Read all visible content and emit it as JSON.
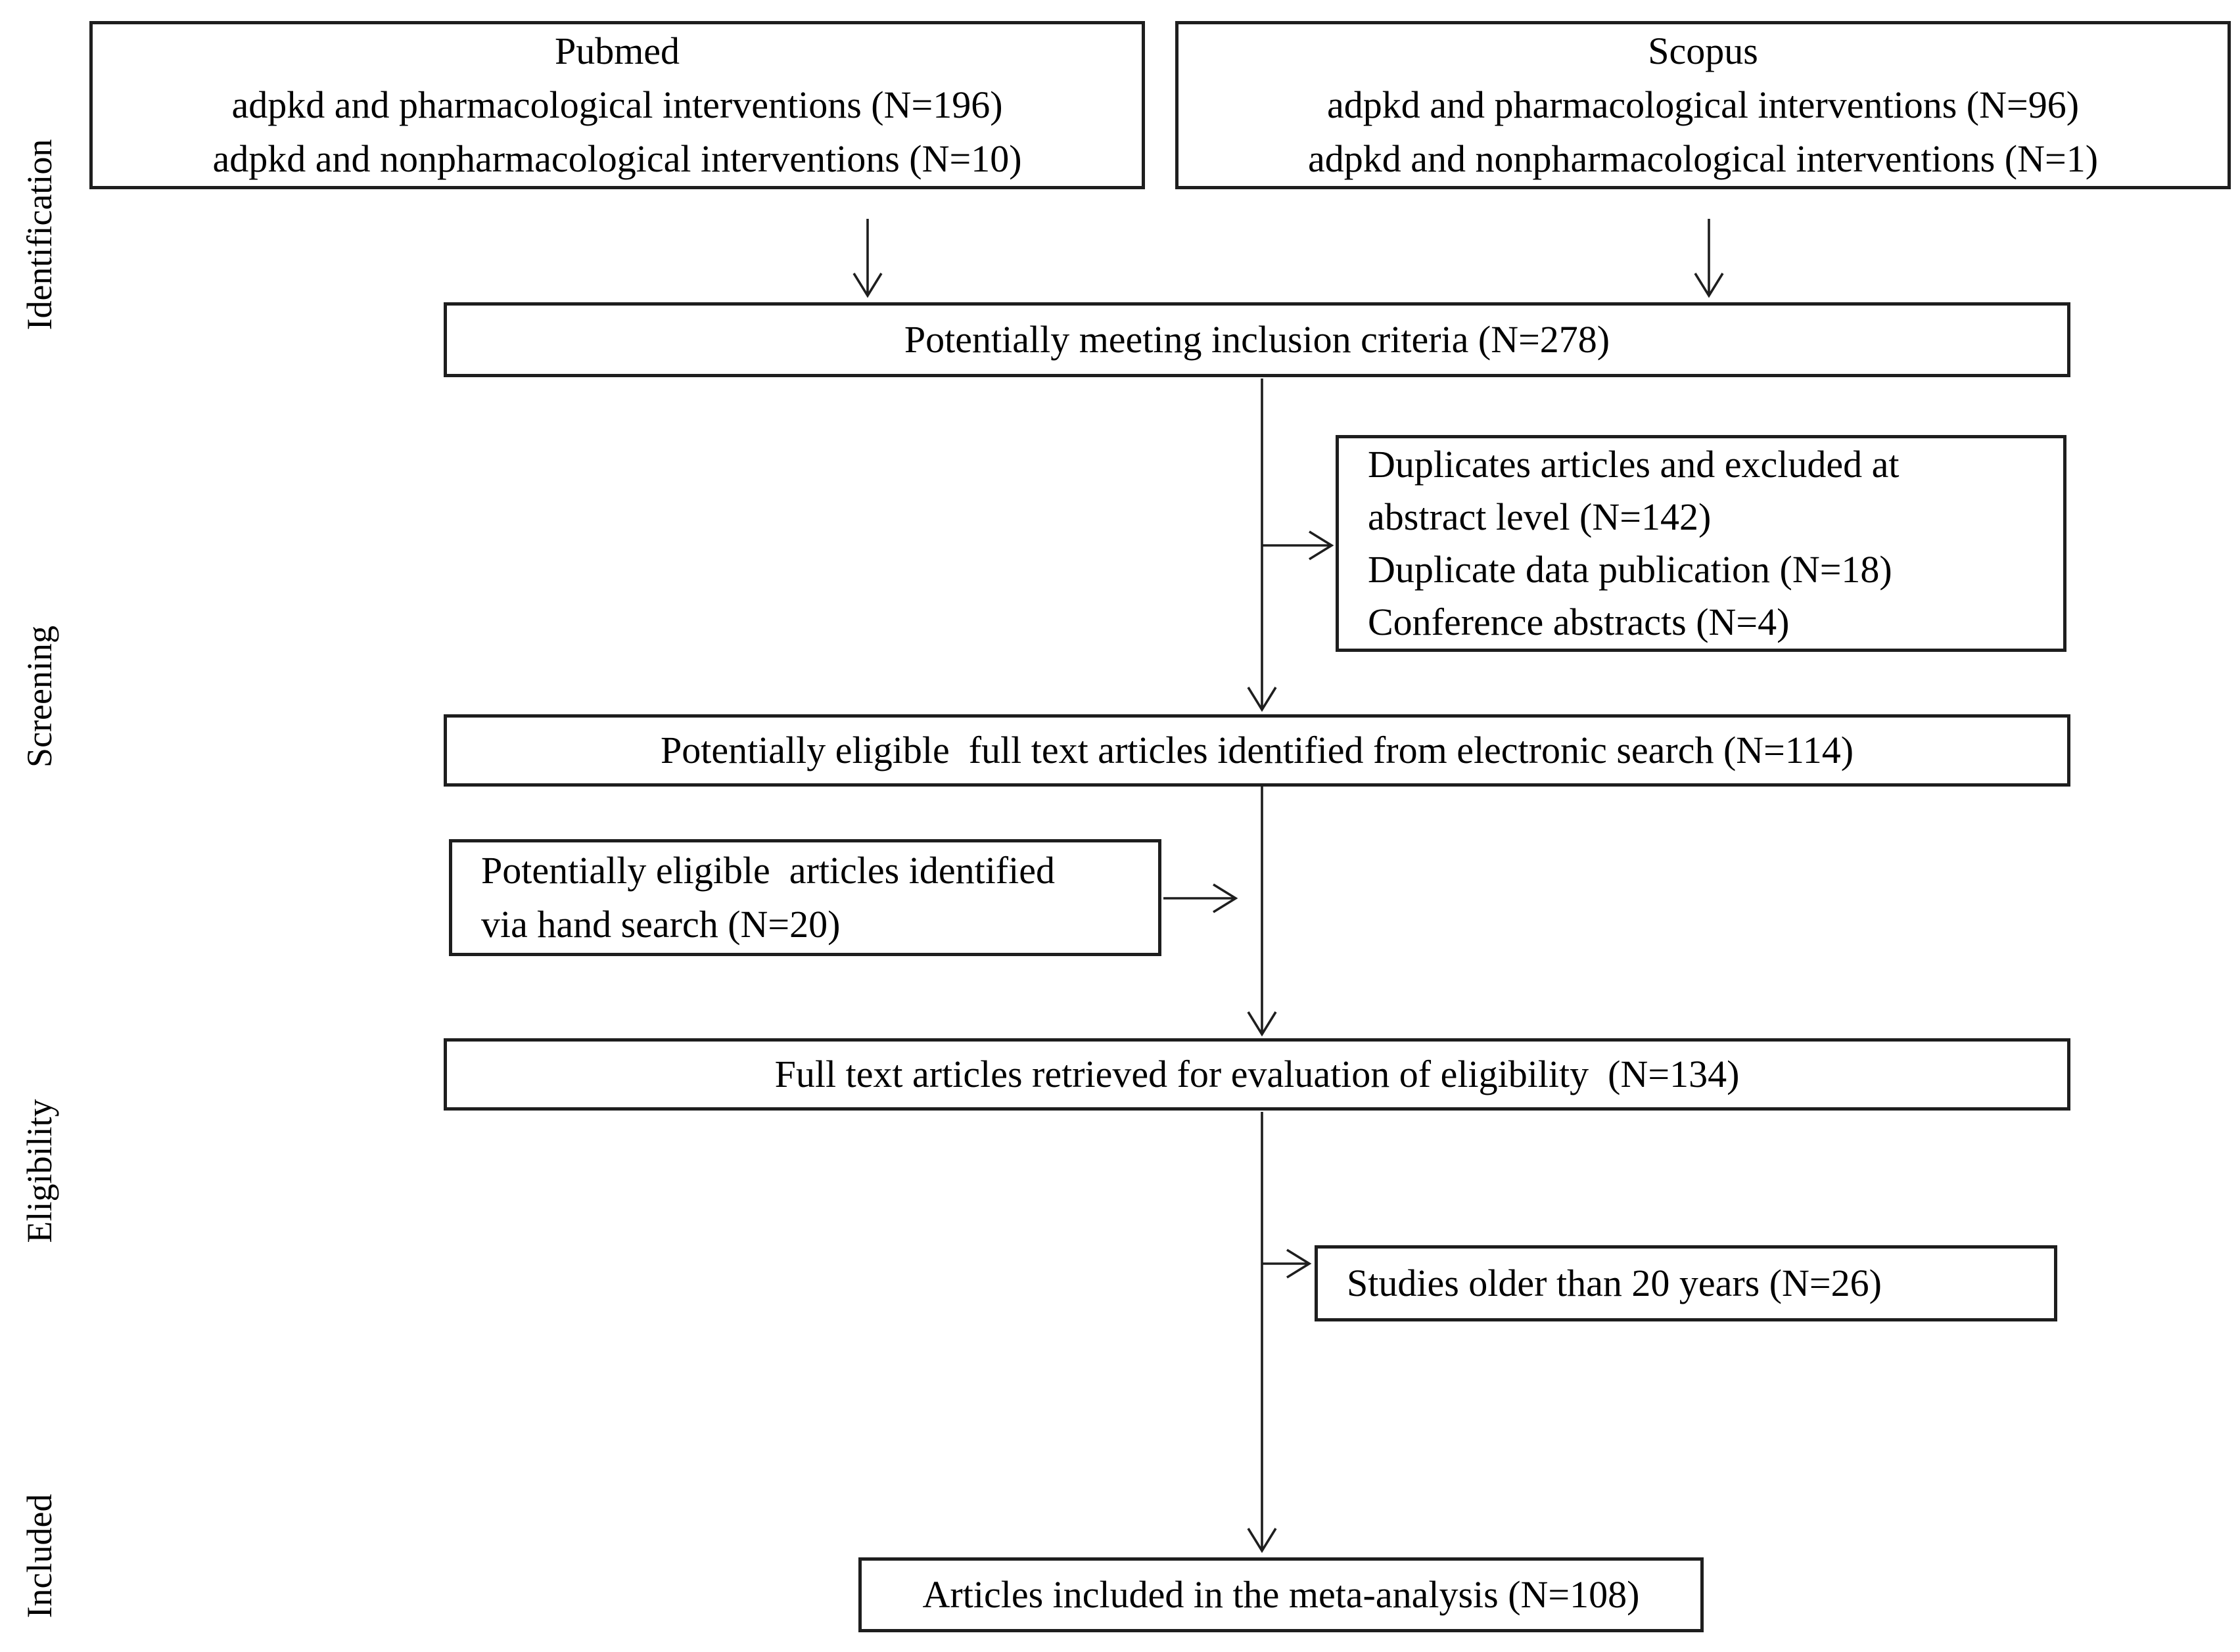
{
  "figure": {
    "background": "#ffffff",
    "line_color": "#1e1e1e",
    "text_color": "#000000"
  },
  "stages": {
    "identification": "Identification",
    "screening": "Screening",
    "eligibility": "Eligibility",
    "included": "Included"
  },
  "boxes": {
    "pubmed": {
      "lines": [
        "Pubmed",
        "adpkd and pharmacological interventions (N=196)",
        "adpkd and nonpharmacological interventions (N=10)"
      ]
    },
    "scopus": {
      "lines": [
        "Scopus",
        "adpkd and pharmacological interventions (N=96)",
        "adpkd and nonpharmacological interventions (N=1)"
      ]
    },
    "inclusion_criteria": {
      "text": "Potentially meeting inclusion criteria (N=278)"
    },
    "excluded": {
      "lines": [
        "Duplicates articles and excluded at",
        "abstract level (N=142)",
        "Duplicate data publication (N=18)",
        "Conference abstracts (N=4)"
      ]
    },
    "electronic_search": {
      "text": "Potentially eligible  full text articles identified from electronic search (N=114)"
    },
    "hand_search": {
      "lines": [
        "Potentially eligible  articles identified",
        "via hand search (N=20)"
      ]
    },
    "full_text": {
      "text": "Full text articles retrieved for evaluation of eligibility  (N=134)"
    },
    "older_studies": {
      "text": "Studies older than 20 years (N=26)"
    },
    "meta_analysis": {
      "text": "Articles included in the meta-analysis (N=108)"
    }
  }
}
